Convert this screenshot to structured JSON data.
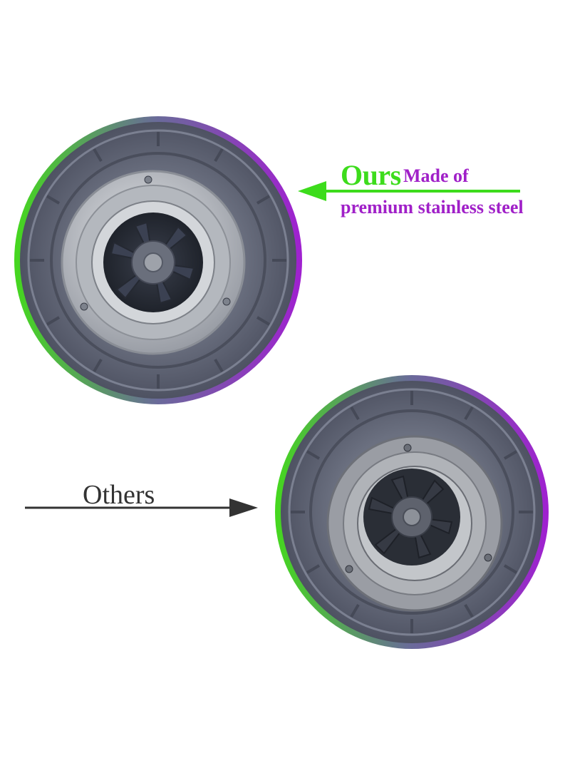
{
  "callouts": {
    "ours_label": "Ours",
    "ours_made_of": "Made of",
    "ours_material": "premium stainless steel",
    "others_label": "Others"
  },
  "colors": {
    "ours_accent": "#3ddc1c",
    "ours_text": "#a020c8",
    "others_text": "#333333",
    "others_arrow": "#333333",
    "ring_green": "#45d81e",
    "ring_purple": "#a020d0",
    "gasket_gray": "#5f6474",
    "steel": "#c9ccd0",
    "blade_dark": "#2a2e38"
  },
  "icons": {
    "ours_arrow": "arrow-left-icon",
    "others_arrow": "arrow-right-icon"
  }
}
